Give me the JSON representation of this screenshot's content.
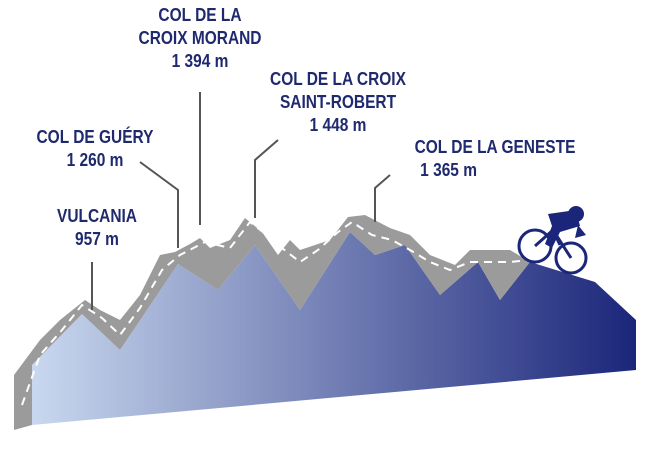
{
  "colors": {
    "text": "#1f2a6e",
    "leader": "#555555",
    "gradient_start": "#c9d8ef",
    "gradient_end": "#1b267a",
    "side": "#9b9b9b",
    "road": "#ffffff",
    "cyclist": "#1b267a"
  },
  "labels": [
    {
      "id": "vulcania",
      "name": [
        "VULCANIA"
      ],
      "altitude": "957 m"
    },
    {
      "id": "col-de-guery",
      "name": [
        "COL DE GUÉRY"
      ],
      "altitude": "1 260 m"
    },
    {
      "id": "col-de-la-croix-morand",
      "name": [
        "COL DE LA",
        "CROIX MORAND"
      ],
      "altitude": "1 394 m"
    },
    {
      "id": "col-de-la-croix-saint-robert",
      "name": [
        "COL DE LA CROIX",
        "SAINT-ROBERT"
      ],
      "altitude": "1 448 m"
    },
    {
      "id": "col-de-la-geneste",
      "name": [
        "COL DE LA GENESTE"
      ],
      "altitude": "1 365 m"
    }
  ],
  "icons": {
    "cyclist": "cyclist-icon"
  }
}
